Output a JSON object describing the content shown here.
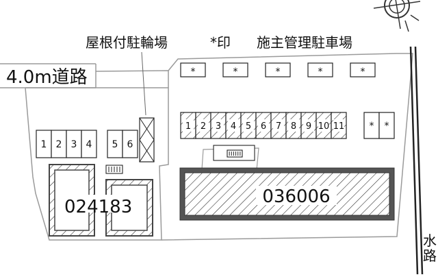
{
  "labels": {
    "road_left": "4.0m道路",
    "bike_parking": "屋根付駐輪場",
    "mark_legend": "*印",
    "owner_parking": "施主管理駐車場",
    "waterway": "水路"
  },
  "buildings": {
    "left_building": "024183",
    "main_building": "036006"
  },
  "left_stalls": [
    "1",
    "2",
    "3",
    "4"
  ],
  "mid_stalls": [
    "5",
    "6"
  ],
  "main_stalls": [
    "1",
    "2",
    "3",
    "4",
    "5",
    "6",
    "7",
    "8",
    "9",
    "10",
    "11"
  ],
  "owner_marks": [
    "*",
    "*",
    "*",
    "*",
    "*"
  ],
  "right_marks": [
    "*",
    "*"
  ]
}
